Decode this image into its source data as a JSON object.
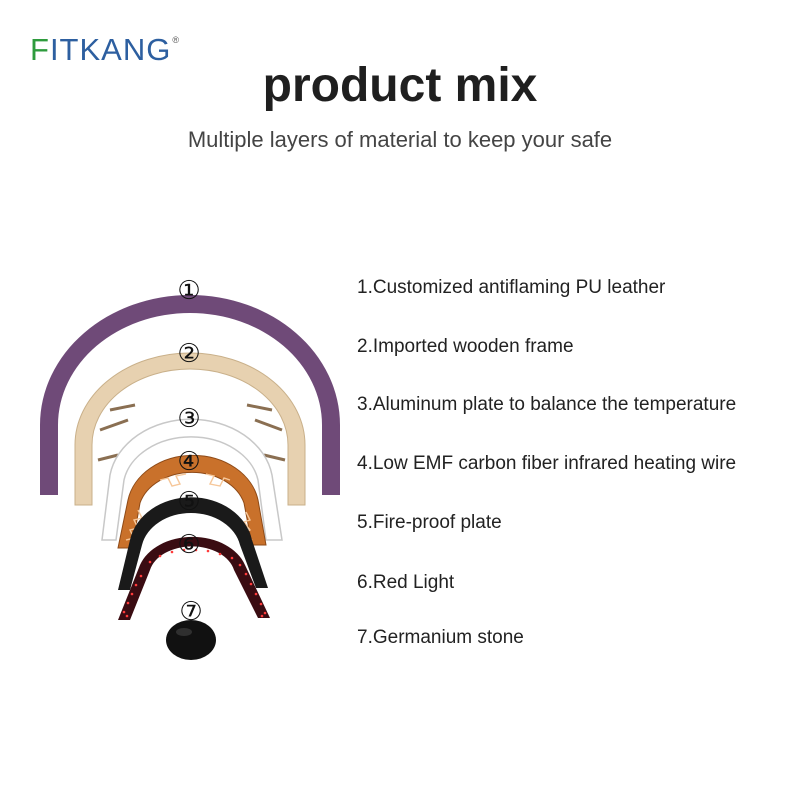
{
  "brand": {
    "first": "F",
    "rest": "ITKANG",
    "mark": "®"
  },
  "title": "product mix",
  "subtitle": "Multiple layers of material to keep your safe",
  "markers": [
    "①",
    "②",
    "③",
    "④",
    "⑤",
    "⑥",
    "⑦"
  ],
  "layers": [
    "1.Customized antiflaming PU leather",
    "2.Imported wooden frame",
    "3.Aluminum plate to balance the temperature",
    "4.Low EMF carbon fiber infrared heating wire",
    "5.Fire-proof plate",
    "6.Red Light",
    "7.Germanium stone"
  ],
  "colors": {
    "leather": "#6f4a78",
    "wood": "#e7d1b0",
    "aluminum": "#ffffff",
    "carbon": "#c9712b",
    "fireproof": "#1a1a1a",
    "redlight": "#7d1a22",
    "stone": "#111111"
  }
}
